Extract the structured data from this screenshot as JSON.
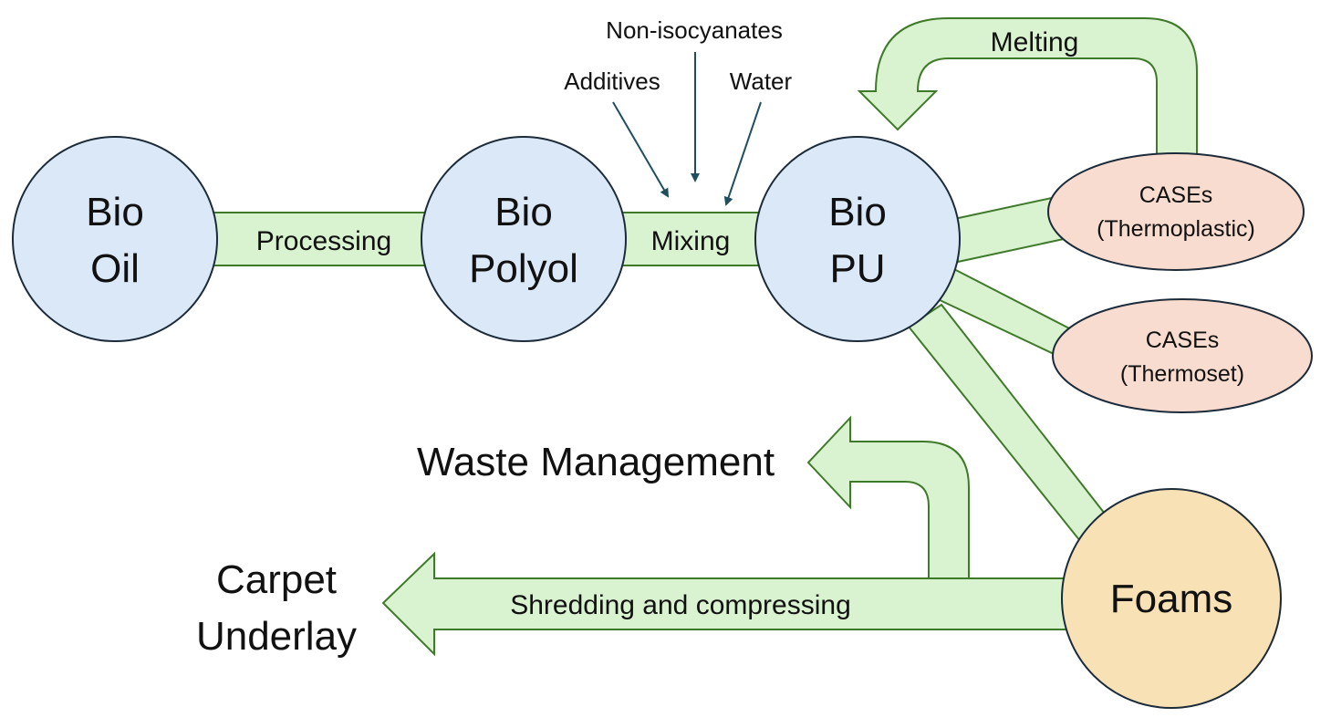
{
  "nodes": {
    "bio_oil": {
      "line1": "Bio",
      "line2": "Oil"
    },
    "bio_polyol": {
      "line1": "Bio",
      "line2": "Polyol"
    },
    "bio_pu": {
      "line1": "Bio",
      "line2": "PU"
    },
    "cases_thermoplastic": {
      "line1": "CASEs",
      "line2": "(Thermoplastic)"
    },
    "cases_thermoset": {
      "line1": "CASEs",
      "line2": "(Thermoset)"
    },
    "foams": {
      "label": "Foams"
    }
  },
  "edges": {
    "processing": "Processing",
    "mixing": "Mixing",
    "melting": "Melting",
    "shredding": "Shredding and compressing"
  },
  "inputs": {
    "additives": "Additives",
    "non_isocyanates": "Non-isocyanates",
    "water": "Water"
  },
  "outcomes": {
    "waste_management": "Waste Management",
    "carpet_line1": "Carpet",
    "carpet_line2": "Underlay"
  },
  "colors": {
    "band_fill": "#d9f2d0",
    "band_stroke": "#3f7a2a",
    "bio_nodes": "#dae8f7",
    "cases_nodes": "#f8dccf",
    "foams_node": "#f7e1b5"
  }
}
